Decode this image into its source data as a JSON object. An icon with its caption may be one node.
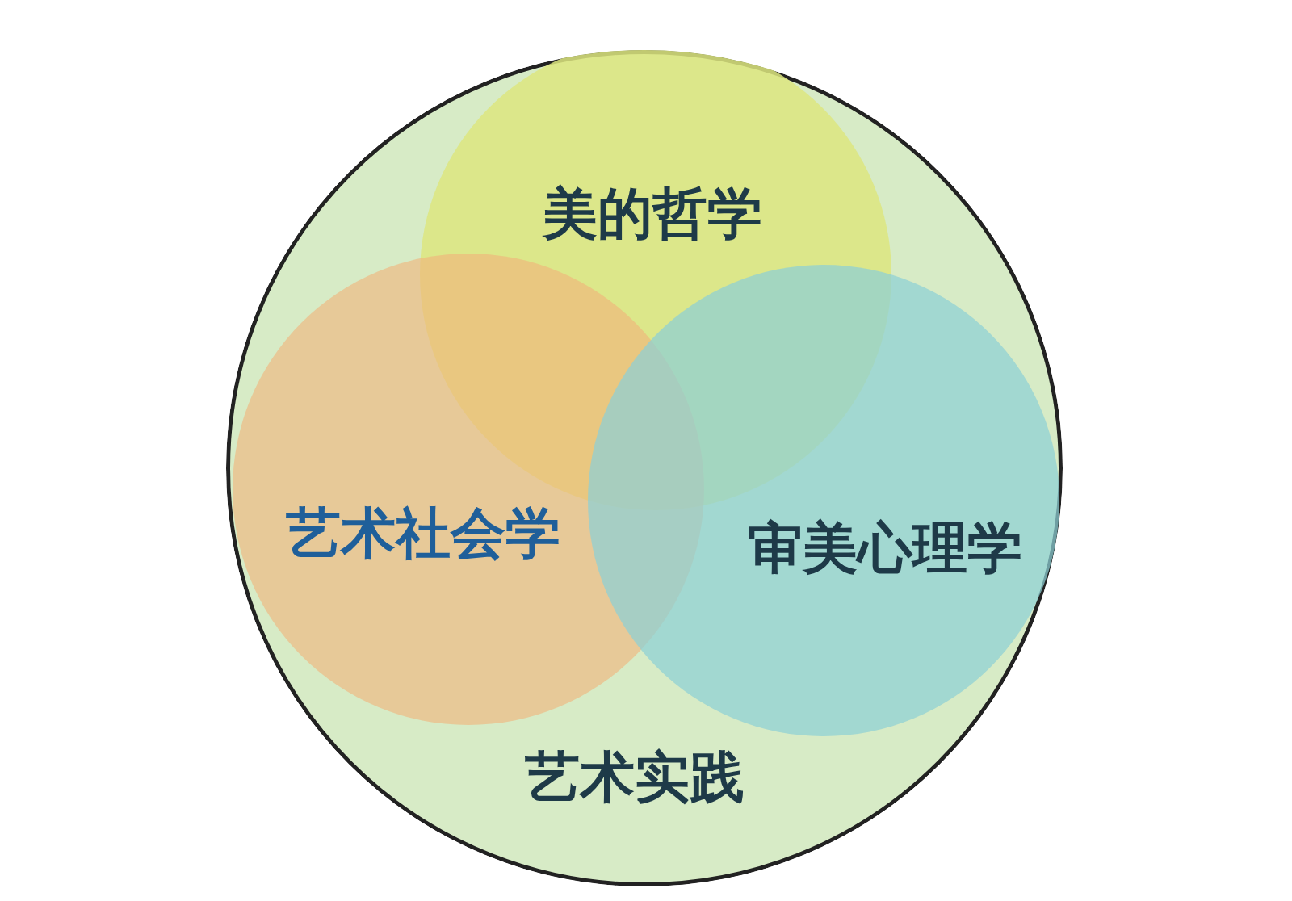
{
  "diagram": {
    "nodes": [
      {
        "text": [
          "艺术实践"
        ]
      },
      {
        "text": [
          "美的哲学"
        ],
        "in": 0
      },
      {
        "text": [
          "艺术社会学"
        ],
        "in": 0
      },
      {
        "text": [
          "审美心理学"
        ],
        "in": 0
      }
    ]
  }
}
